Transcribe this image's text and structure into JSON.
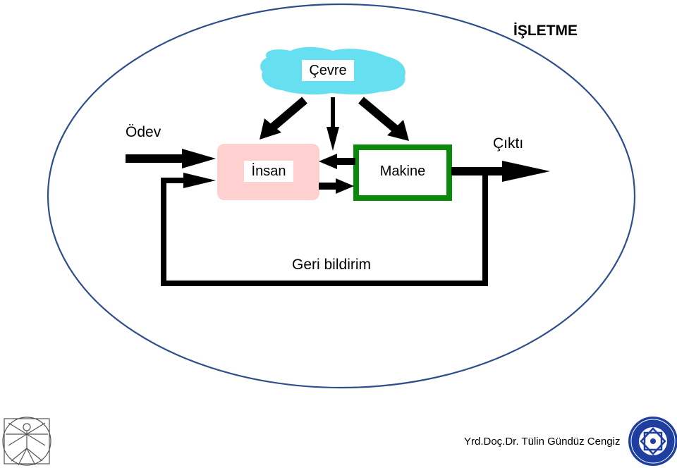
{
  "title": "İŞLETME",
  "diagram": {
    "environment_label": "Çevre",
    "human_label": "İnsan",
    "machine_label": "Makine",
    "input_label": "Ödev",
    "output_label": "Çıktı",
    "feedback_label": "Geri bildirim"
  },
  "footer": {
    "author": "Yrd.Doç.Dr. Tülin Gündüz Cengiz"
  },
  "colors": {
    "ellipse": "#2e4f8c",
    "environment_cloud": "#66e0f0",
    "human_box": "#ffd0d0",
    "machine_box": "#0a8a0a",
    "arrows": "#000000"
  },
  "icons": {
    "left_logo": "vitruvian-man-icon",
    "right_logo": "university-seal-icon"
  }
}
